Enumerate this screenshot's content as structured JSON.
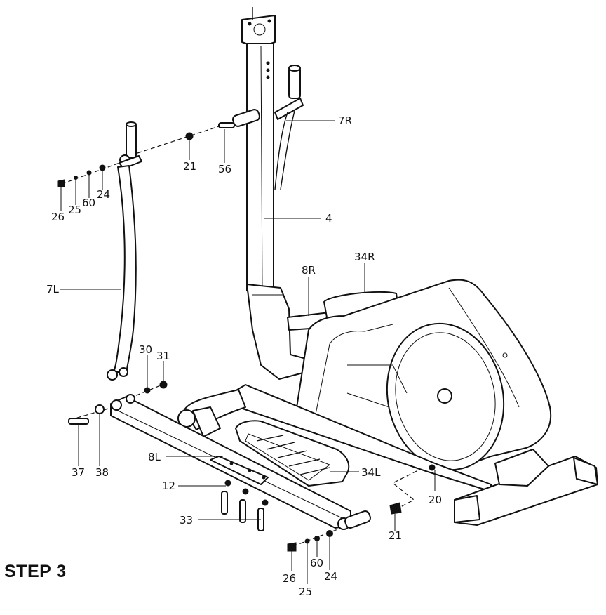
{
  "step_title": "STEP 3",
  "part_labels": {
    "p7R": "7R",
    "p21_top": "21",
    "p56": "56",
    "p24_top": "24",
    "p60_top": "60",
    "p25_top": "25",
    "p26_top": "26",
    "p4": "4",
    "p8R": "8R",
    "p34R": "34R",
    "p7L": "7L",
    "p30": "30",
    "p31": "31",
    "p37": "37",
    "p38": "38",
    "p8L": "8L",
    "p12": "12",
    "p33": "33",
    "p34L": "34L",
    "p20": "20",
    "p21_bottom": "21",
    "p26_bottom": "26",
    "p25_bottom": "25",
    "p60_bottom": "60",
    "p24_bottom": "24"
  }
}
